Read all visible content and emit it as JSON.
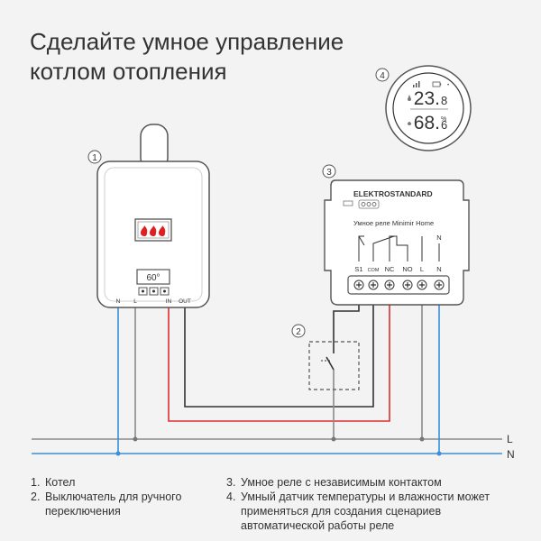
{
  "headline": {
    "line1": "Сделайте умное управление",
    "line2": "котлом отопления"
  },
  "markers": [
    "1",
    "2",
    "3",
    "4"
  ],
  "boiler": {
    "display": "60°",
    "terminals": [
      "N",
      "L",
      "IN",
      "OUT"
    ]
  },
  "relay": {
    "brand": "ELEKTROSTANDARD",
    "model": "Умное реле Minimir Home",
    "terminals": [
      "S1",
      "COM",
      "NC",
      "NO",
      "L",
      "N"
    ],
    "inner_n": "N"
  },
  "sensor": {
    "temperature": "23.",
    "temperature_decimal": "8",
    "humidity": "68.",
    "humidity_decimal": "6",
    "humidity_unit": "%"
  },
  "lines": {
    "phase": "L",
    "neutral": "N"
  },
  "legend": {
    "left": [
      {
        "num": "1.",
        "text": "Котел"
      },
      {
        "num": "2.",
        "text": "Выключатель для ручного переключения"
      }
    ],
    "right": [
      {
        "num": "3.",
        "text": "Умное реле с независимым контактом"
      },
      {
        "num": "4.",
        "text": "Умный датчик температуры и влажности может применяться для создания сценариев автоматической работы реле"
      }
    ]
  },
  "colors": {
    "phase_wire": "#8a8a8a",
    "neutral_wire": "#3a8fd6",
    "signal_wire": "#e03030",
    "control_wire": "#333333",
    "flame": "#e02020"
  }
}
